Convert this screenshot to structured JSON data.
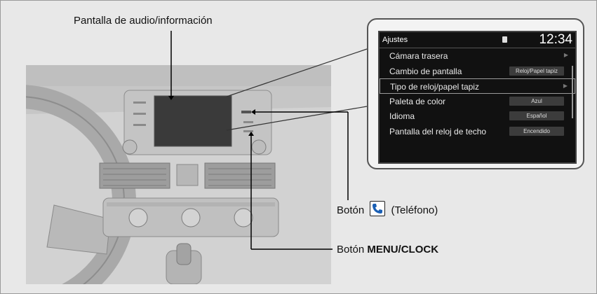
{
  "labels": {
    "screen": "Pantalla de audio/información",
    "phone_prefix": "Botón",
    "phone_suffix": "(Teléfono)",
    "menu_prefix": "Botón",
    "menu_bold": "MENU/CLOCK"
  },
  "settings_screen": {
    "title": "Ajustes",
    "clock": "12:34",
    "items": [
      {
        "label": "Cámara trasera",
        "value": "",
        "arrow": true,
        "selected": false
      },
      {
        "label": "Cambio de pantalla",
        "value": "Reloj/Papel tapiz",
        "arrow": false,
        "selected": false
      },
      {
        "label": "Tipo de reloj/papel tapiz",
        "value": "",
        "arrow": true,
        "selected": true
      },
      {
        "label": "Paleta de color",
        "value": "Azul",
        "arrow": false,
        "selected": false
      },
      {
        "label": "Idioma",
        "value": "Español",
        "arrow": false,
        "selected": false
      },
      {
        "label": "Pantalla del reloj de techo",
        "value": "Encendido",
        "arrow": false,
        "selected": false
      }
    ]
  },
  "icons": {
    "phone": "phone-handset-icon"
  },
  "colors": {
    "background": "#e8e8e8",
    "screen": "#111111"
  }
}
